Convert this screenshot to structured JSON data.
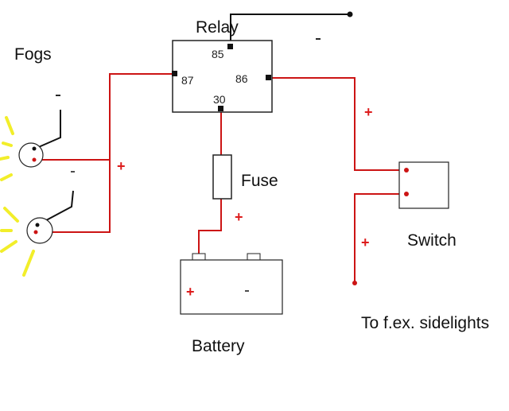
{
  "labels": {
    "fogs": "Fogs",
    "relay": "Relay",
    "fuse": "Fuse",
    "battery": "Battery",
    "switch": "Switch",
    "sidelights": "To f.ex. sidelights"
  },
  "relay_pins": {
    "p85": "85",
    "p86": "86",
    "p87": "87",
    "p30": "30"
  },
  "signs": {
    "plus": "+",
    "minus": "-"
  },
  "colors": {
    "wire_positive": "#cc1414",
    "wire_ground": "#111111",
    "component_outline": "#222222",
    "lamp_glow": "#f2ee2a"
  }
}
